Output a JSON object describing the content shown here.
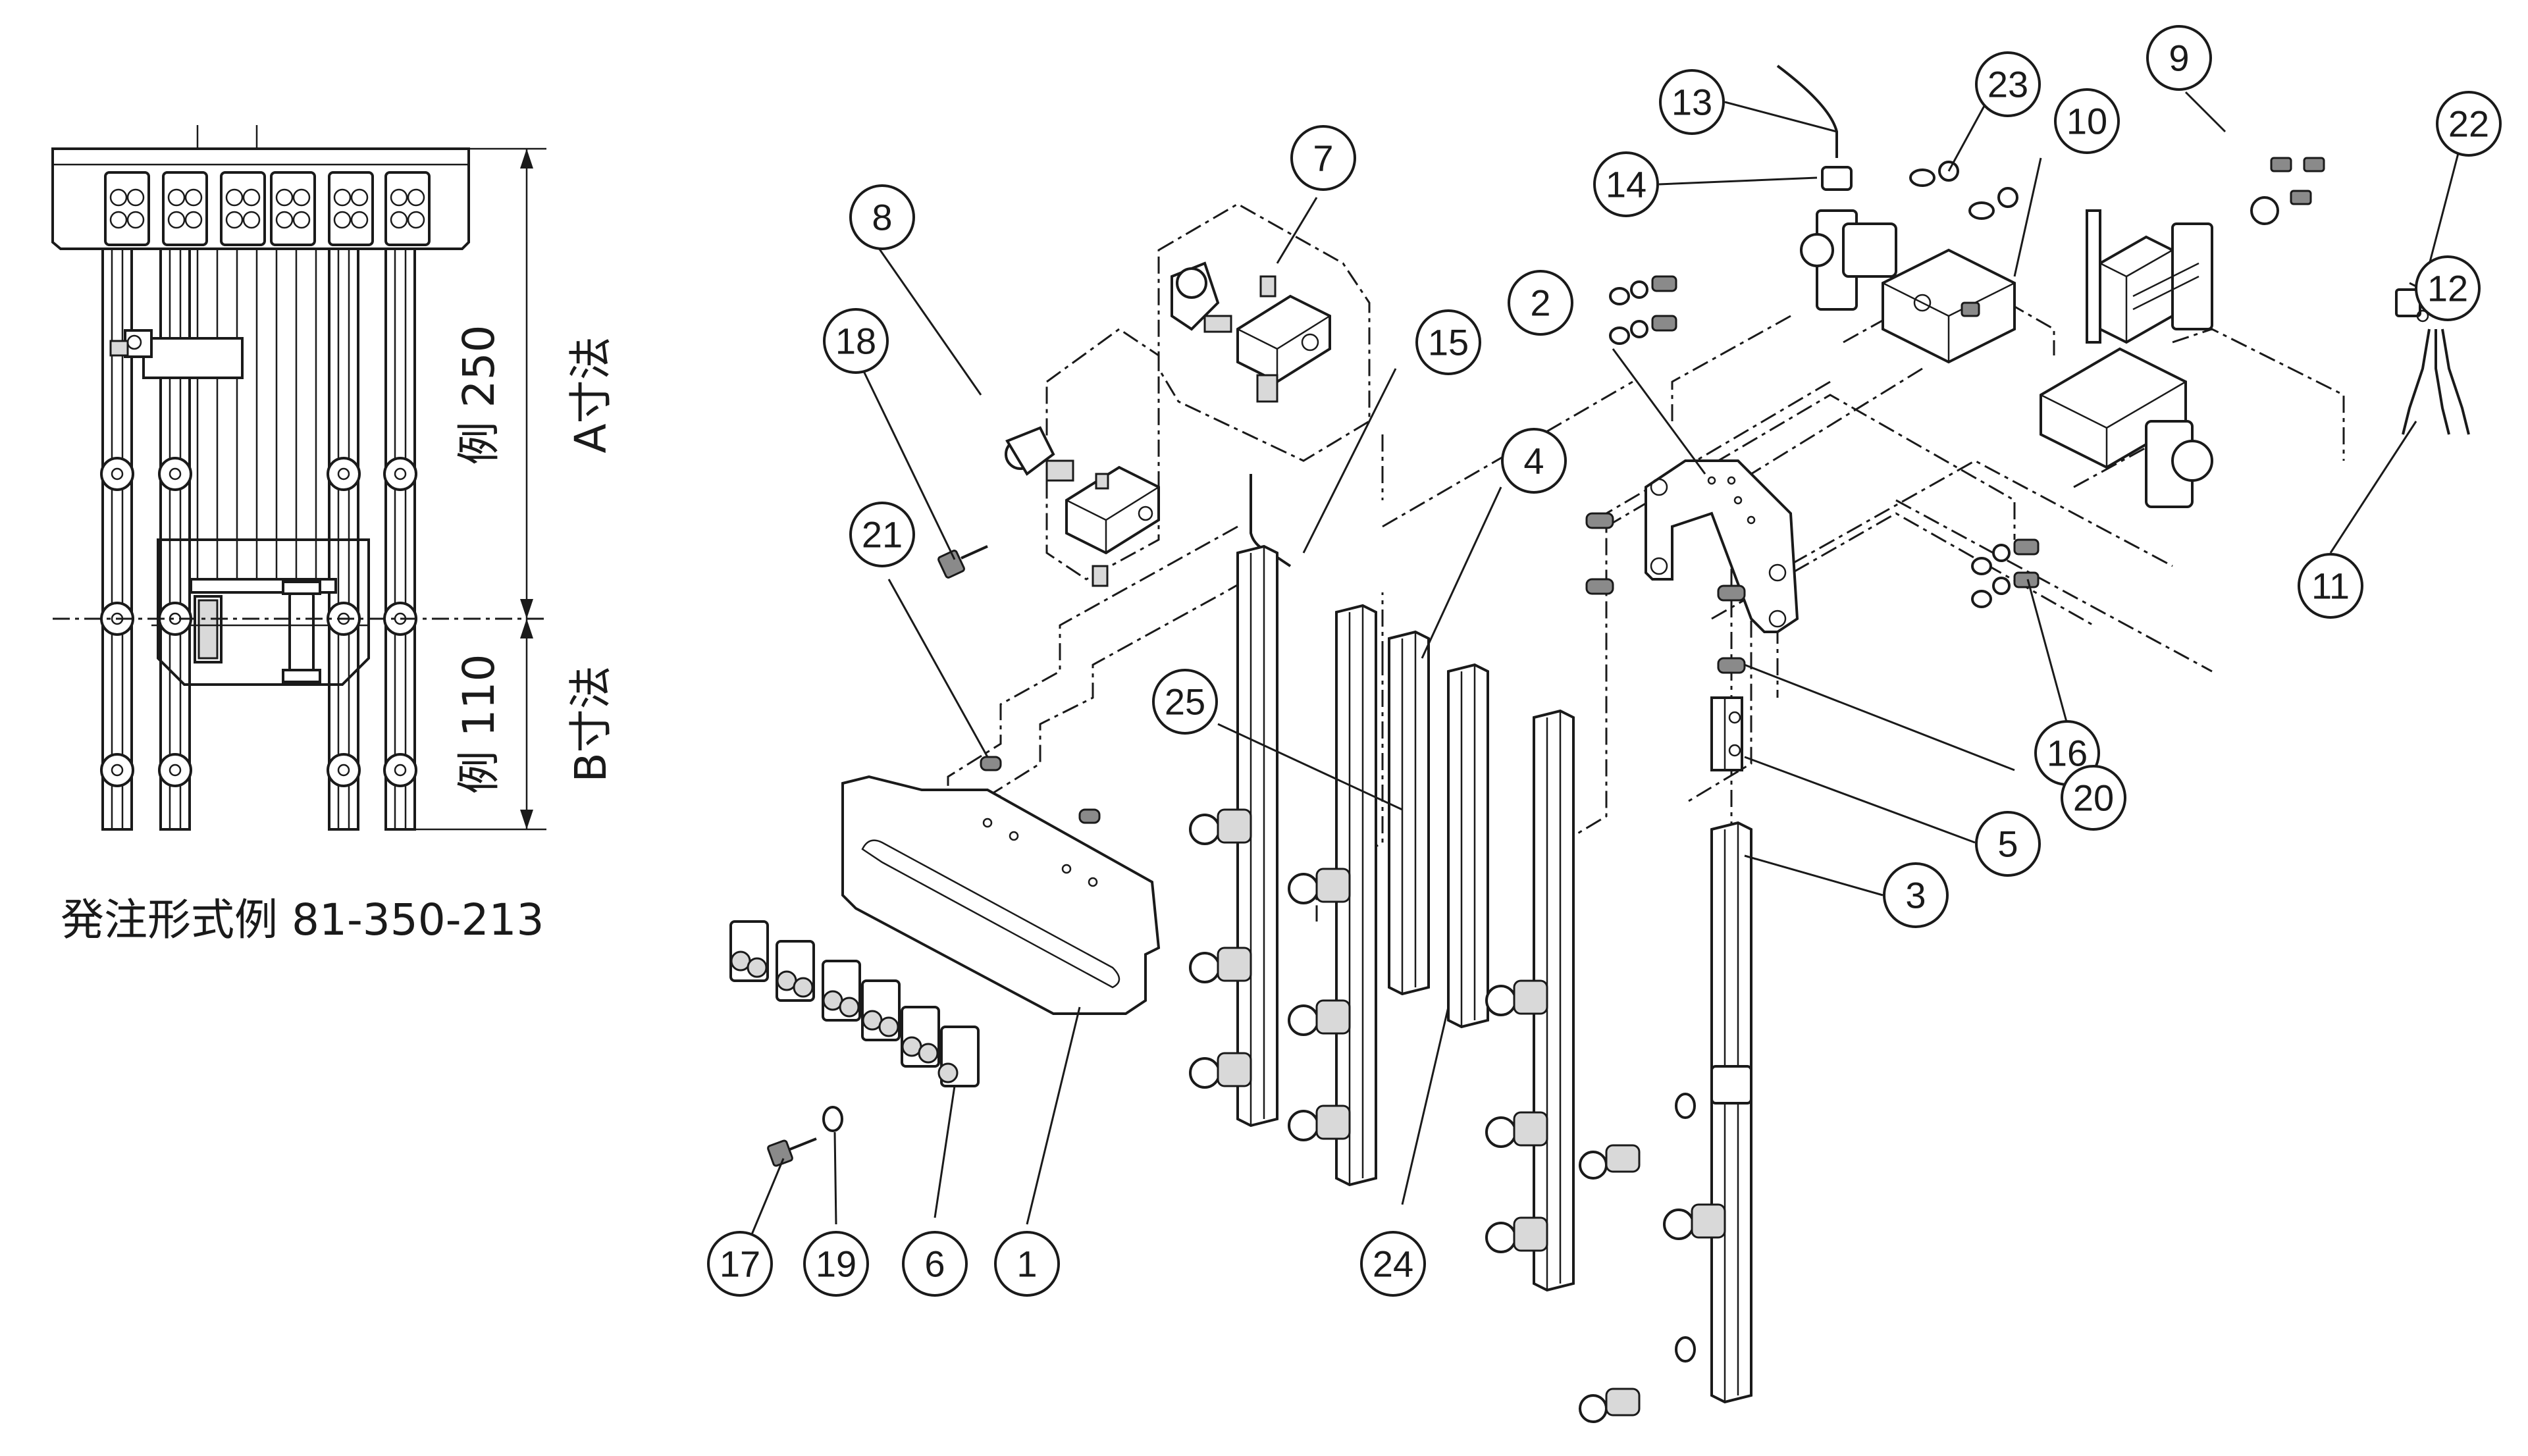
{
  "left_view": {
    "dim_a_label": "例 250",
    "dim_a_name": "A寸法",
    "dim_b_label": "例 110",
    "dim_b_name": "B寸法",
    "caption": "発注形式例 81-350-213"
  },
  "balloons": [
    "1",
    "2",
    "3",
    "4",
    "5",
    "6",
    "7",
    "8",
    "9",
    "10",
    "11",
    "12",
    "13",
    "14",
    "15",
    "16",
    "17",
    "18",
    "19",
    "20",
    "21",
    "22",
    "23",
    "24",
    "25"
  ]
}
